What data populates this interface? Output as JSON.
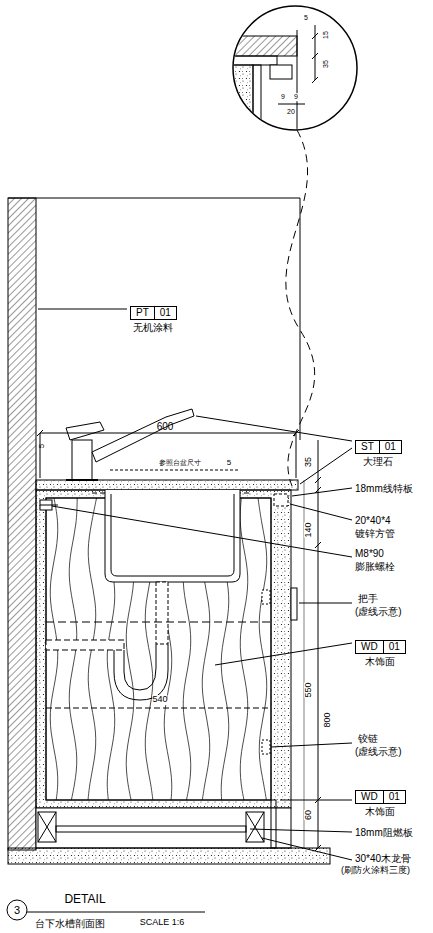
{
  "diagram": {
    "title": "DETAIL",
    "caption": "台下水槽剖面图",
    "nodes": [
      {
        "text": [
          "PT",
          "01",
          "无机涂料"
        ]
      },
      {
        "text": [
          "ST",
          "01",
          "大理石"
        ]
      },
      {
        "text": [
          "WD",
          "01",
          "木饰面"
        ]
      },
      {
        "text": [
          "WD",
          "01",
          "木饰面"
        ]
      }
    ],
    "labels": [
      "600",
      "参照台盆尺寸",
      "5",
      "5",
      "35",
      "18mm线特板",
      "20*40*4",
      "镀锌方管",
      "M8*90",
      "膨胀螺栓",
      "140",
      "把手",
      "(虚线示意)",
      "800",
      "550",
      "540",
      "铰链",
      "(虚线示意)",
      "60",
      "18mm阻燃板",
      "30*40木龙骨",
      "(刷防火涂料三度)",
      "5",
      "15",
      "35",
      "9",
      "9",
      "20",
      "3",
      "SCALE 1:6"
    ]
  }
}
